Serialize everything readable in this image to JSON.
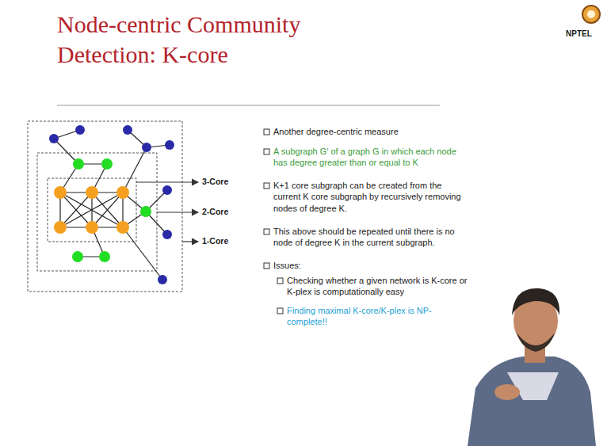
{
  "diagram": {
    "title": "Node-centric Community Detection: K-core",
    "labels": [
      "NPTEL",
      "3-Core",
      "2-Core",
      "1-Core",
      "Another degree-centric measure",
      "A subgraph G′ of a graph G in which each node has degree greater than or equal to K",
      "K+1 core subgraph can be created from the current K core subgraph by recursively removing nodes of degree K.",
      "This above should be repeated until there is no node of degree K in the current subgraph.",
      "Issues:",
      "Checking whether a given network is K-core or K-plex is computationally easy",
      "Finding maximal K-core/K-plex is NP-complete!!"
    ]
  }
}
